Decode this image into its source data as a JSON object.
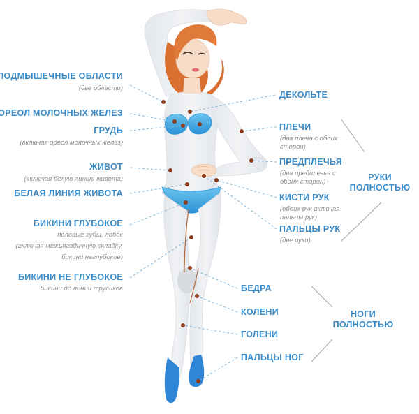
{
  "labels": {
    "armpits": "ПОДМЫШЕЧНЫЕ ОБЛАСТИ",
    "armpits_note": "(две области)",
    "areola": "ОРЕОЛ МОЛОЧНЫХ ЖЕЛЕЗ",
    "breast": "ГРУДЬ",
    "breast_note": "(включая ореол молочных желез)",
    "belly": "ЖИВОТ",
    "belly_note": "(включая белую линию живота)",
    "linea_alba": "БЕЛАЯ ЛИНИЯ ЖИВОТА",
    "bikini_deep": "БИКИНИ ГЛУБОКОЕ",
    "bikini_deep_note_1": "половые губы, лобок",
    "bikini_deep_note_2": "(включая межъягодичную складку,",
    "bikini_deep_note_3": "бикини неглубокое)",
    "bikini_shallow": "БИКИНИ НЕ ГЛУБОКОЕ",
    "bikini_shallow_note": "бикини до линии трусиков",
    "decollete": "ДЕКОЛЬТЕ",
    "shoulders": "ПЛЕЧИ",
    "shoulders_note_1": "(два плеча с обоих",
    "shoulders_note_2": "сторон)",
    "forearms": "ПРЕДПЛЕЧЬЯ",
    "forearms_note_1": "(два предплечья с",
    "forearms_note_2": "обоих сторон)",
    "hands": "КИСТИ РУК",
    "hands_note_1": "(обоих рук включая",
    "hands_note_2": "пальцы рук)",
    "fingers": "ПАЛЬЦЫ РУК",
    "fingers_note": "(две руки)",
    "arms_full_1": "РУКИ",
    "arms_full_2": "ПОЛНОСТЬЮ",
    "thighs": "БЕДРА",
    "knees": "КОЛЕНИ",
    "shins": "ГОЛЕНИ",
    "toes": "ПАЛЬЦЫ НОГ",
    "legs_full_1": "НОГИ",
    "legs_full_2": "ПОЛНОСТЬЮ"
  },
  "colors": {
    "label": "#3a8cc8",
    "note": "#8d8d8d",
    "leader": "#7fb3d8",
    "dot": "#8b3a1a",
    "body": "#eceef1",
    "body_outline": "#dfe2e6",
    "skin": "#f7dcc8",
    "hair": "#e07a3a",
    "bikini": "#3aa6e0",
    "shoes": "#2f86d6"
  }
}
